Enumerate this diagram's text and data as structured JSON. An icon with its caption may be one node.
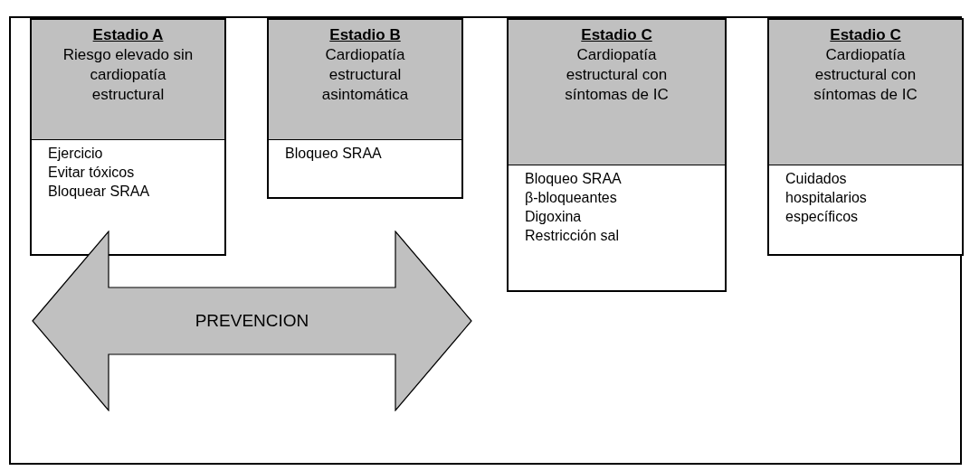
{
  "diagram": {
    "nodes": [
      {
        "text": [
          "Estadio A",
          "Riesgo elevado sin cardiopatía estructural"
        ]
      },
      {
        "text": [
          "Ejercicio",
          "Evitar tóxicos",
          "Bloquear SRAA"
        ]
      },
      {
        "text": [
          "Estadio B",
          "Cardiopatía estructural asintomática"
        ]
      },
      {
        "text": [
          "Bloqueo SRAA"
        ]
      },
      {
        "text": [
          "Estadio C",
          "Cardiopatía estructural con síntomas de IC"
        ]
      },
      {
        "text": [
          "Bloqueo SRAA",
          "β-bloqueantes",
          "Digoxina",
          "Restricción sal"
        ]
      },
      {
        "text": [
          "Estadio C",
          "Cardiopatía estructural con síntomas de IC"
        ]
      },
      {
        "text": [
          "Cuidados hospitalarios específicos"
        ]
      },
      {
        "text": [
          "PREVENCION"
        ]
      }
    ]
  }
}
